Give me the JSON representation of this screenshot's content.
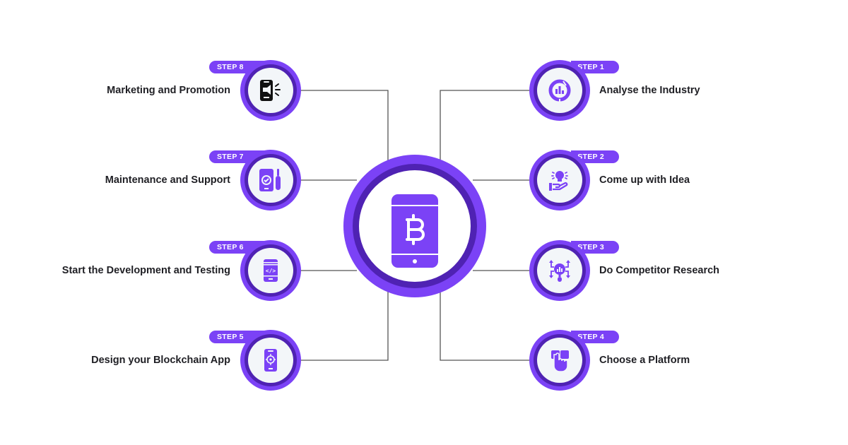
{
  "colors": {
    "accent": "#7B42F6",
    "accent_dark": "#4F22B3",
    "node_fill": "#F3F6F9",
    "line": "#555555",
    "text": "#1F1F24",
    "background": "#FFFFFF"
  },
  "center": {
    "icon": "bitcoin-phone-icon",
    "symbol": "B"
  },
  "steps": [
    {
      "badge": "STEP 1",
      "label": "Analyse the Industry",
      "icon": "analytics-chart-icon",
      "side": "right"
    },
    {
      "badge": "STEP 2",
      "label": "Come up with Idea",
      "icon": "idea-bulb-hand-icon",
      "side": "right"
    },
    {
      "badge": "STEP 3",
      "label": "Do Competitor Research",
      "icon": "research-network-icon",
      "side": "right"
    },
    {
      "badge": "STEP 4",
      "label": "Choose a Platform",
      "icon": "tap-select-icon",
      "side": "right"
    },
    {
      "badge": "STEP 5",
      "label": "Design your Blockchain App",
      "icon": "mobile-design-target-icon",
      "side": "left"
    },
    {
      "badge": "STEP 6",
      "label": "Start the Development and Testing",
      "icon": "mobile-code-icon",
      "side": "left"
    },
    {
      "badge": "STEP 7",
      "label": "Maintenance and Support",
      "icon": "mobile-check-tool-icon",
      "side": "left"
    },
    {
      "badge": "STEP 8",
      "label": "Marketing and Promotion",
      "icon": "mobile-megaphone-icon",
      "side": "left"
    }
  ]
}
